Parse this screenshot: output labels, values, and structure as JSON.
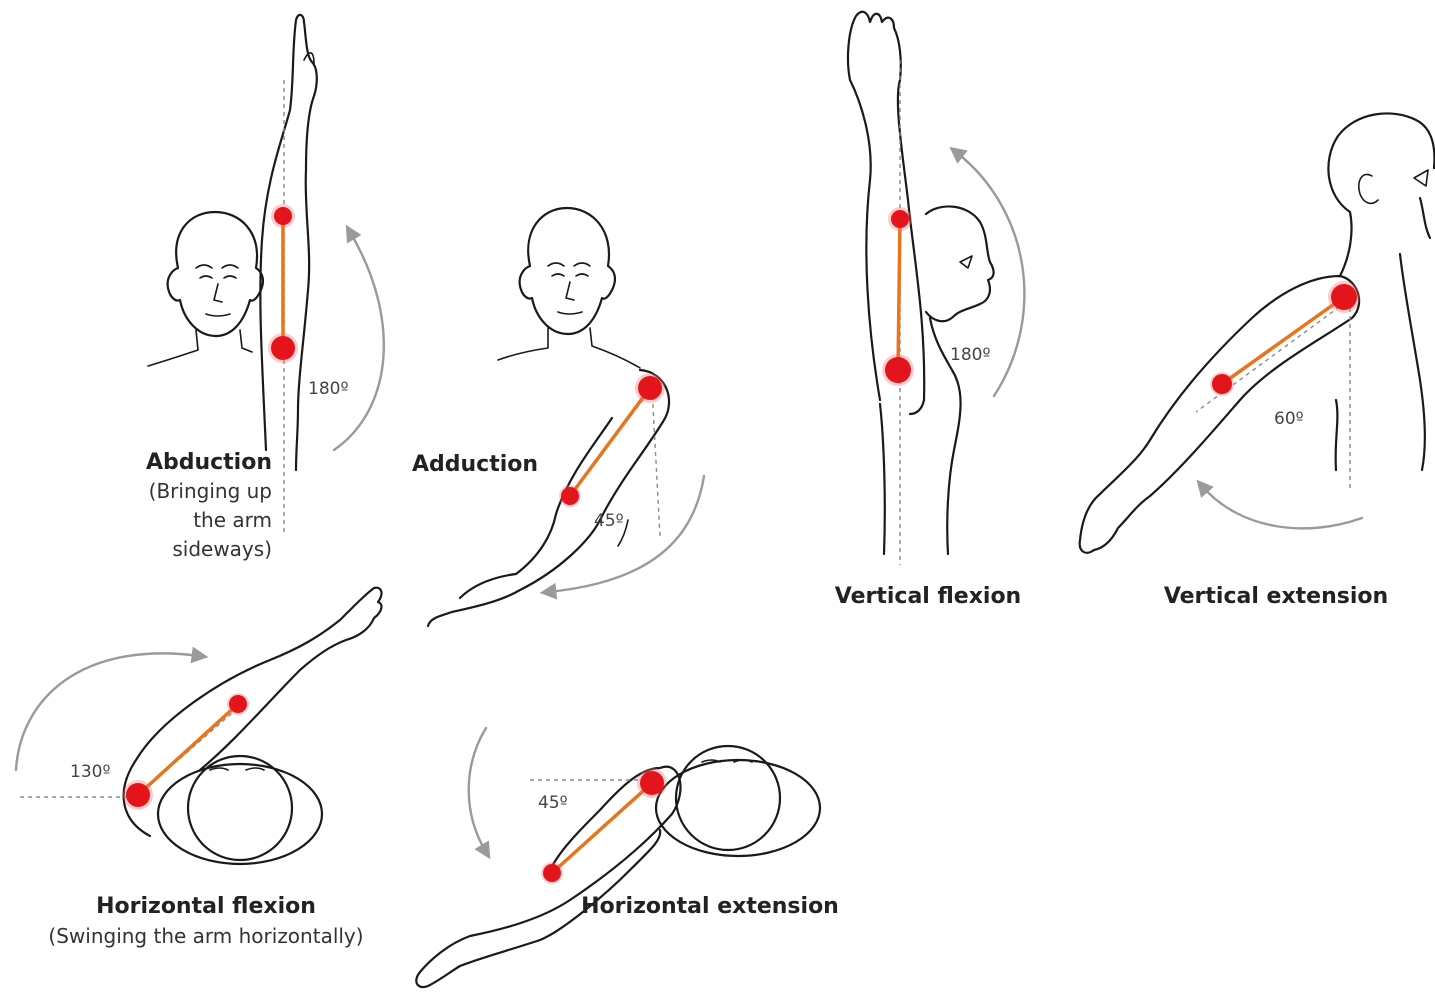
{
  "colors": {
    "joint": "#e3141c",
    "bone": "#e8741c",
    "outline": "#1a1a1a",
    "arc": "#9a9a9a"
  },
  "abduction": {
    "title": "Abduction",
    "desc_line1": "(Bringing up",
    "desc_line2": "the arm",
    "desc_line3": "sideways)",
    "angle": "180º"
  },
  "adduction": {
    "title": "Adduction",
    "angle": "45º"
  },
  "vertical_flexion": {
    "title": "Vertical flexion",
    "angle": "180º"
  },
  "vertical_extension": {
    "title": "Vertical extension",
    "angle": "60º"
  },
  "horizontal_flexion": {
    "title": "Horizontal flexion",
    "desc": "(Swinging the arm horizontally)",
    "angle": "130º"
  },
  "horizontal_extension": {
    "title": "Horizontal extension",
    "angle": "45º"
  }
}
